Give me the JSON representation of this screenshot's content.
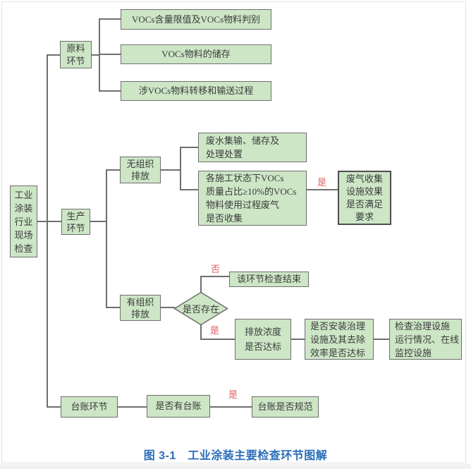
{
  "caption": "图 3-1　工业涂装主要检查环节图解",
  "colors": {
    "box_fill": "#cde6c6",
    "box_border": "#6f6f6f",
    "connector": "#6f6f6f",
    "text": "#3b3b3b",
    "branch_label": "#e05e5e",
    "caption": "#2a6db9"
  },
  "nodes": {
    "root": "工业\n涂装\n行业\n现场\n检查",
    "raw_material_stage": "原料\n环节",
    "vocs_limit": "VOCs含量限值及VOCs物料判别",
    "vocs_storage": "VOCs物料的储存",
    "vocs_transfer": "涉VOCs物料转移和输送过程",
    "production_stage": "生产\n环节",
    "fugitive_emission": "无组织\n排放",
    "wastewater": "废水集输、储存及\n处理处置",
    "vocs_collection": "各施工状态下VOCs\n质量占比≥10%的VOCs\n物料使用过程废气\n是否收集",
    "gas_collection_effect": "废气收集\n设施效果\n是否满足\n要求",
    "organized_emission": "有组织\n排放",
    "exist_decision": "是否存在",
    "check_end": "该环节检查结束",
    "concentration_ok": "排放浓度\n是否达标",
    "treatment_installed": "是否安装治理\n设施及其去除\n效率是否达标",
    "treatment_check": "检查治理设施\n运行情况、在线\n监控设施",
    "ledger_stage": "台账环节",
    "ledger_exist": "是否有台账",
    "ledger_standard": "台账是否规范"
  },
  "edge_labels": {
    "yes_collection": "是",
    "no_exist": "否",
    "yes_exist": "是",
    "yes_ledger": "是"
  }
}
